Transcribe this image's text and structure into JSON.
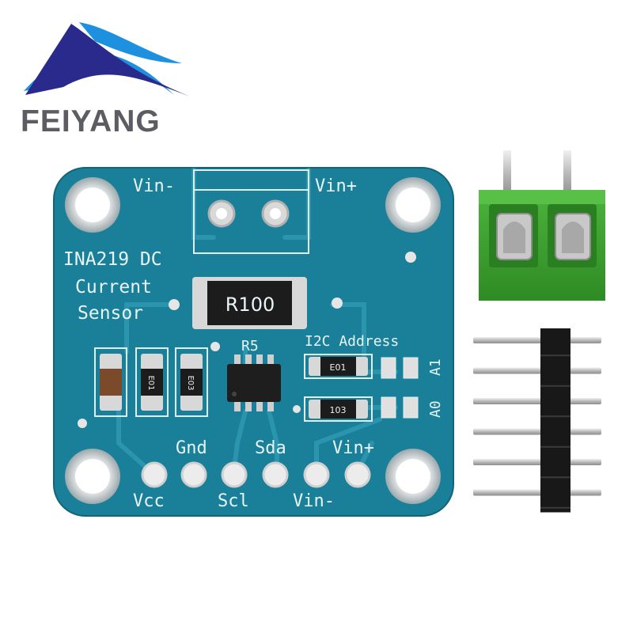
{
  "brand": {
    "name": "FEIYANG",
    "color_primary": "#2a2a8c",
    "color_accent": "#1e90e0",
    "text_color": "#5c5c63"
  },
  "board": {
    "color": "#1a7f98",
    "silkscreen_color": "#e8f4f6",
    "labels": {
      "vin_minus_top": "Vin-",
      "vin_plus_top": "Vin+",
      "title_line1": "INA219 DC",
      "title_line2": "Current",
      "title_line3": "Sensor",
      "resistor_ref": "R5",
      "resistor_value": "R100",
      "i2c_address": "I2C Address",
      "a1": "A1",
      "a0": "A0",
      "cap_label_1": "E01",
      "cap_label_2": "E03",
      "addr_res_1": "E01",
      "addr_res_2": "103",
      "pin_gnd": "Gnd",
      "pin_sda": "Sda",
      "pin_vin_plus": "Vin+",
      "pin_vcc": "Vcc",
      "pin_scl": "Scl",
      "pin_vin_minus": "Vin-"
    }
  },
  "accessories": {
    "terminal_block_color": "#3a9d2e",
    "pin_header_count": 6
  }
}
